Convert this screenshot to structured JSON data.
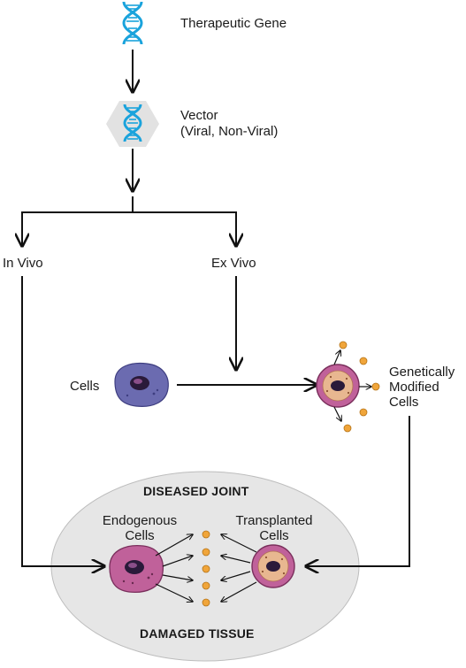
{
  "labels": {
    "therapeutic_gene": "Therapeutic Gene",
    "vector_line1": "Vector",
    "vector_line2": "(Viral, Non-Viral)",
    "in_vivo": "In Vivo",
    "ex_vivo": "Ex Vivo",
    "cells": "Cells",
    "gm_line1": "Genetically",
    "gm_line2": "Modified",
    "gm_line3": "Cells",
    "diseased_joint": "DISEASED JOINT",
    "endogenous_line1": "Endogenous",
    "endogenous_line2": "Cells",
    "transplanted_line1": "Transplanted",
    "transplanted_line2": "Cells",
    "damaged_tissue": "DAMAGED TISSUE"
  },
  "colors": {
    "dna": "#1aa3dc",
    "vector_hex": "#e2e2e2",
    "tissue": "#e6e6e6",
    "cell_blue": "#6b6bb0",
    "cell_nucleus": "#2a1a3a",
    "cell_pink": "#c0619a",
    "cell_inner": "#e8b790",
    "dot": "#f0a53a",
    "arrow": "#111111"
  },
  "icons": [
    "dna-icon",
    "vector-icon",
    "cell-icon",
    "modified-cell-icon",
    "protein-dot-icon",
    "arrow-icon"
  ]
}
